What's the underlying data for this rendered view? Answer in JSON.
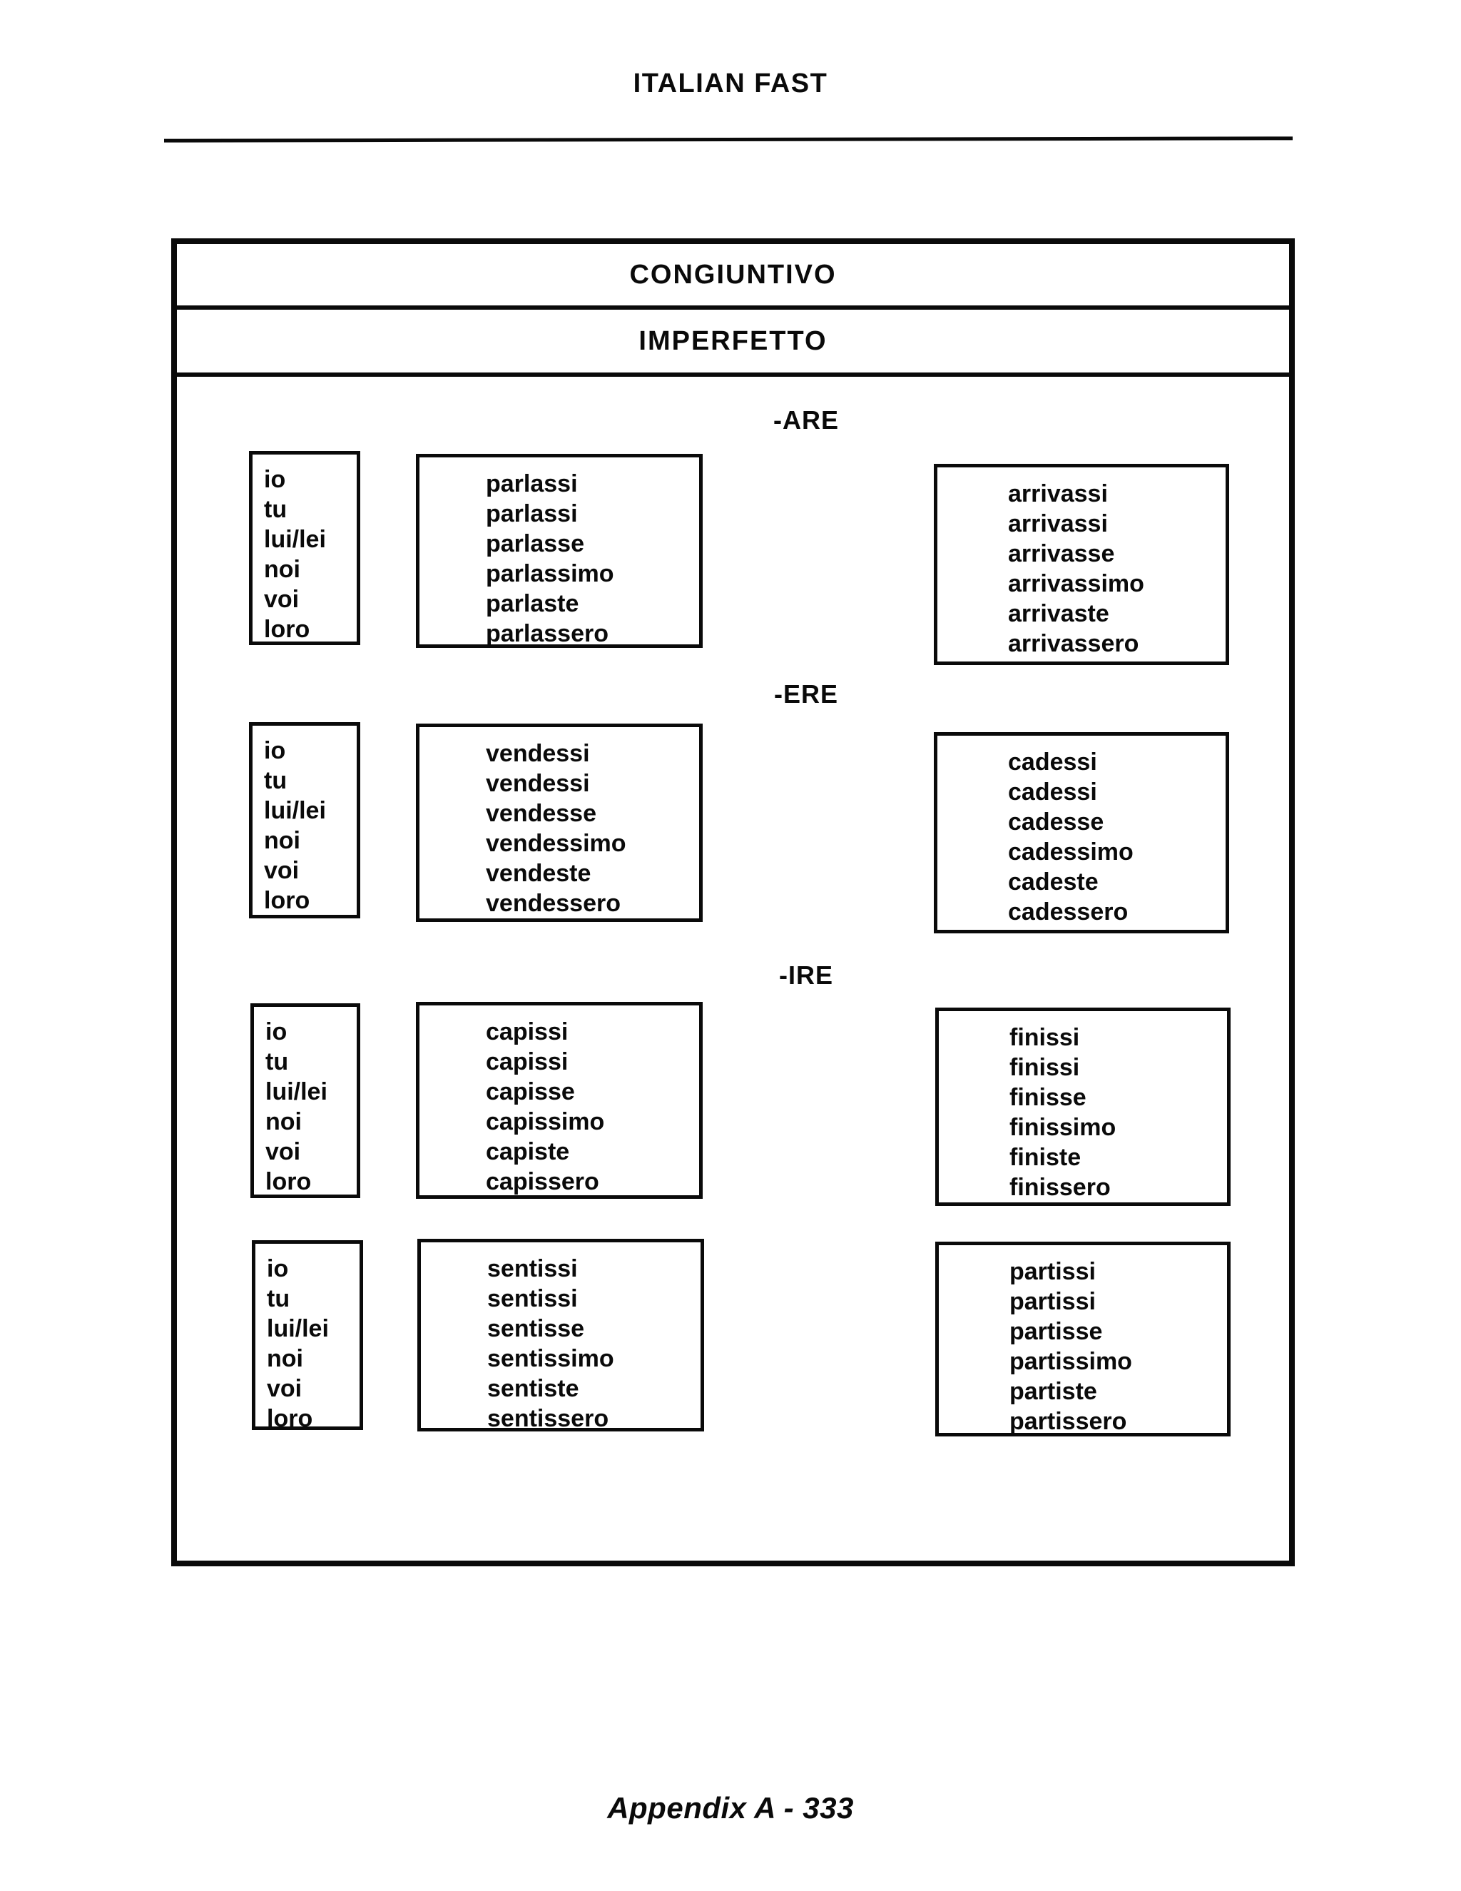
{
  "header": {
    "title": "ITALIAN FAST"
  },
  "table": {
    "title": "CONGIUNTIVO",
    "subtitle": "IMPERFETTO",
    "pronouns": [
      "io",
      "tu",
      "lui/lei",
      "noi",
      "voi",
      "loro"
    ],
    "sections": [
      {
        "label": "-ARE",
        "rows": [
          {
            "left": [
              "parlassi",
              "parlassi",
              "parlasse",
              "parlassimo",
              "parlaste",
              "parlassero"
            ],
            "right": [
              "arrivassi",
              "arrivassi",
              "arrivasse",
              "arrivassimo",
              "arrivaste",
              "arrivassero"
            ]
          }
        ]
      },
      {
        "label": "-ERE",
        "rows": [
          {
            "left": [
              "vendessi",
              "vendessi",
              "vendesse",
              "vendessimo",
              "vendeste",
              "vendessero"
            ],
            "right": [
              "cadessi",
              "cadessi",
              "cadesse",
              "cadessimo",
              "cadeste",
              "cadessero"
            ]
          }
        ]
      },
      {
        "label": "-IRE",
        "rows": [
          {
            "left": [
              "capissi",
              "capissi",
              "capisse",
              "capissimo",
              "capiste",
              "capissero"
            ],
            "right": [
              "finissi",
              "finissi",
              "finisse",
              "finissimo",
              "finiste",
              "finissero"
            ]
          },
          {
            "left": [
              "sentissi",
              "sentissi",
              "sentisse",
              "sentissimo",
              "sentiste",
              "sentissero"
            ],
            "right": [
              "partissi",
              "partissi",
              "partisse",
              "partissimo",
              "partiste",
              "partissero"
            ]
          }
        ]
      }
    ]
  },
  "footer": {
    "page_label": "Appendix A - 333"
  }
}
